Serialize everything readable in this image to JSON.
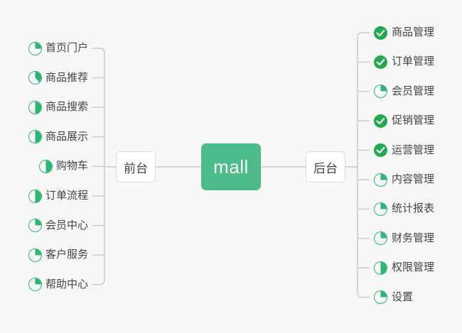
{
  "diagram": {
    "type": "mind-map",
    "background_color": "#f7f7f7",
    "root": {
      "label": "mall",
      "color": "#4cbc8a",
      "text_color": "#ffffff"
    },
    "connector_color": "#c9c9c9",
    "label_color": "#444444",
    "icon_colors": {
      "pie_ring": "#2bb673",
      "pie_fill": "#2bb673",
      "check_circle": "#22a84f",
      "check_mark": "#ffffff"
    },
    "branches": [
      {
        "id": "frontend",
        "label": "前台",
        "side": "left",
        "items": [
          {
            "label": "首页门户",
            "icon": "pie-progress-icon",
            "progress": 25,
            "status": "in-progress"
          },
          {
            "label": "商品推荐",
            "icon": "pie-progress-icon",
            "progress": 38,
            "status": "in-progress"
          },
          {
            "label": "商品搜索",
            "icon": "pie-progress-icon",
            "progress": 50,
            "status": "in-progress"
          },
          {
            "label": "商品展示",
            "icon": "pie-progress-icon",
            "progress": 50,
            "status": "in-progress"
          },
          {
            "label": "购物车",
            "icon": "pie-progress-icon",
            "progress": 50,
            "status": "in-progress"
          },
          {
            "label": "订单流程",
            "icon": "pie-progress-icon",
            "progress": 50,
            "status": "in-progress"
          },
          {
            "label": "会员中心",
            "icon": "pie-progress-icon",
            "progress": 25,
            "status": "in-progress"
          },
          {
            "label": "客户服务",
            "icon": "pie-progress-icon",
            "progress": 25,
            "status": "in-progress"
          },
          {
            "label": "帮助中心",
            "icon": "pie-progress-icon",
            "progress": 25,
            "status": "in-progress"
          }
        ]
      },
      {
        "id": "backend",
        "label": "后台",
        "side": "right",
        "items": [
          {
            "label": "商品管理",
            "icon": "check-circle-icon",
            "progress": 100,
            "status": "done"
          },
          {
            "label": "订单管理",
            "icon": "check-circle-icon",
            "progress": 100,
            "status": "done"
          },
          {
            "label": "会员管理",
            "icon": "pie-progress-icon",
            "progress": 25,
            "status": "in-progress"
          },
          {
            "label": "促销管理",
            "icon": "check-circle-icon",
            "progress": 100,
            "status": "done"
          },
          {
            "label": "运营管理",
            "icon": "check-circle-icon",
            "progress": 100,
            "status": "done"
          },
          {
            "label": "内容管理",
            "icon": "pie-progress-icon",
            "progress": 25,
            "status": "in-progress"
          },
          {
            "label": "统计报表",
            "icon": "pie-progress-icon",
            "progress": 25,
            "status": "in-progress"
          },
          {
            "label": "财务管理",
            "icon": "pie-progress-icon",
            "progress": 25,
            "status": "in-progress"
          },
          {
            "label": "权限管理",
            "icon": "pie-progress-icon",
            "progress": 50,
            "status": "in-progress"
          },
          {
            "label": "设置",
            "icon": "pie-progress-icon",
            "progress": 25,
            "status": "in-progress"
          }
        ]
      }
    ]
  }
}
